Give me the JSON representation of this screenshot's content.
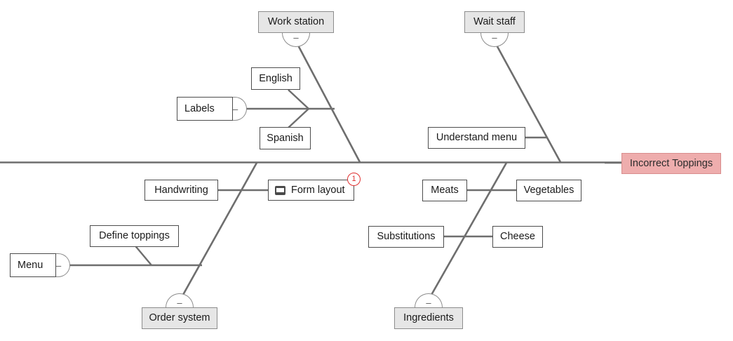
{
  "diagram": {
    "type": "fishbone",
    "head": {
      "label": "Incorrect Toppings",
      "color": "#eeadad"
    },
    "spine": {
      "color": "#6e6e6e"
    },
    "collapse_glyph": "–",
    "categories": [
      {
        "id": "work-station",
        "label": "Work station",
        "position": "top-left"
      },
      {
        "id": "wait-staff",
        "label": "Wait staff",
        "position": "top-right"
      },
      {
        "id": "order-system",
        "label": "Order system",
        "position": "bottom-left"
      },
      {
        "id": "ingredients",
        "label": "Ingredients",
        "position": "bottom-right"
      }
    ],
    "causes": [
      {
        "id": "labels",
        "label": "Labels",
        "parent": "work-station",
        "has_collapse": true
      },
      {
        "id": "english",
        "label": "English",
        "parent": "labels"
      },
      {
        "id": "spanish",
        "label": "Spanish",
        "parent": "labels"
      },
      {
        "id": "understand-menu",
        "label": "Understand menu",
        "parent": "wait-staff"
      },
      {
        "id": "handwriting",
        "label": "Handwriting",
        "parent": "form-layout"
      },
      {
        "id": "form-layout",
        "label": "Form layout",
        "parent": "order-system",
        "icon": "note-icon",
        "badge": "1"
      },
      {
        "id": "menu",
        "label": "Menu",
        "parent": "order-system",
        "has_collapse": true
      },
      {
        "id": "define-toppings",
        "label": "Define toppings",
        "parent": "menu"
      },
      {
        "id": "meats",
        "label": "Meats",
        "parent": "vegetables"
      },
      {
        "id": "vegetables",
        "label": "Vegetables",
        "parent": "ingredients"
      },
      {
        "id": "substitutions",
        "label": "Substitutions",
        "parent": "cheese"
      },
      {
        "id": "cheese",
        "label": "Cheese",
        "parent": "ingredients"
      }
    ]
  },
  "labels": {
    "work_station": "Work station",
    "wait_staff": "Wait staff",
    "order_system": "Order system",
    "ingredients": "Ingredients",
    "incorrect_toppings": "Incorrect Toppings",
    "labels_box": "Labels",
    "english": "English",
    "spanish": "Spanish",
    "understand_menu": "Understand menu",
    "handwriting": "Handwriting",
    "form_layout": "Form layout",
    "menu": "Menu",
    "define_toppings": "Define toppings",
    "meats": "Meats",
    "vegetables": "Vegetables",
    "substitutions": "Substitutions",
    "cheese": "Cheese",
    "collapse": "–",
    "badge_count": "1"
  }
}
